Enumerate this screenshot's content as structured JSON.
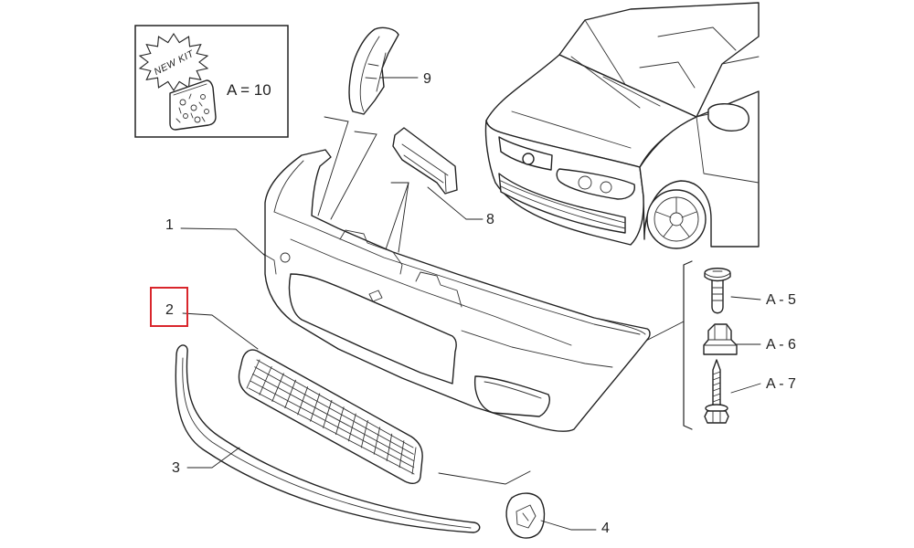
{
  "diagram": {
    "inset": {
      "badge_text": "NEW KIT",
      "quantity_text": "A = 10"
    },
    "callouts": {
      "part_1": "1",
      "part_2": "2",
      "part_3": "3",
      "part_4": "4",
      "part_8": "8",
      "part_9": "9",
      "fastener_a5": "A - 5",
      "fastener_a6": "A - 6",
      "fastener_a7": "A - 7"
    },
    "colors": {
      "line": "#222222",
      "highlight": "#d9262c",
      "background": "#ffffff"
    }
  }
}
